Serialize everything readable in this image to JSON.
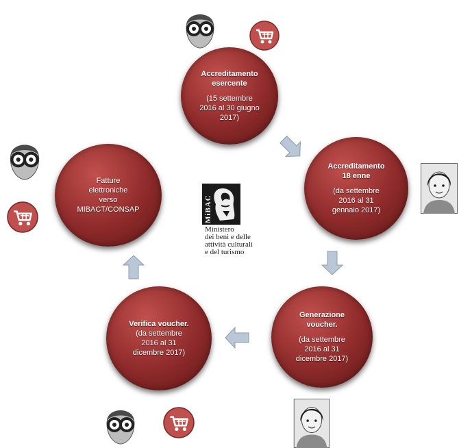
{
  "steps": [
    {
      "title": [
        "Accreditamento",
        "esercente"
      ],
      "dates": [
        "(15 settembre",
        "2016 al 30 giugno",
        "2017)"
      ]
    },
    {
      "title": [
        "Accreditamento",
        "18 enne"
      ],
      "dates": [
        "(da settembre",
        "2016 al 31",
        "gennaio 2017)"
      ]
    },
    {
      "title": [
        "Generazione",
        "voucher."
      ],
      "dates": [
        "(da settembre",
        "2016 al 31",
        "dicembre 2017)"
      ]
    },
    {
      "title": [
        "Verifica voucher."
      ],
      "dates": [
        "(da settembre",
        "2016 al 31",
        "dicembre 2017)"
      ]
    },
    {
      "title": [
        "Fatture",
        "elettroniche",
        "verso",
        "MIBACT/CONSAP"
      ],
      "dates": []
    }
  ],
  "logo": {
    "mark": "MiBAC",
    "lines": [
      "Ministero",
      "dei beni e delle",
      "attività culturali",
      "e del turismo"
    ]
  },
  "colors": {
    "circle": "#8e2a2a",
    "arrow": "#b9c7d6",
    "cart": "#c0504d",
    "glasses_face": "#8a8a8a"
  },
  "icons": [
    "glasses-avatar-icon",
    "shopping-cart-icon",
    "young-person-icon",
    "arrow-icon"
  ]
}
